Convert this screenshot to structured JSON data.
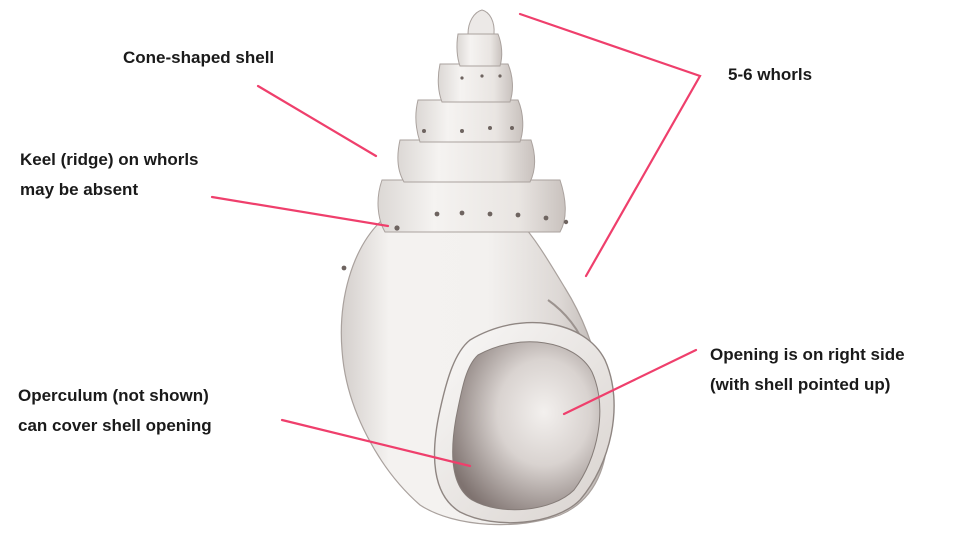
{
  "labels": {
    "cone_shaped": "Cone-shaped shell",
    "keel": [
      "Keel (ridge) on whorls",
      "may be absent"
    ],
    "whorls": "5-6 whorls",
    "opening": [
      "Opening is on right side",
      "(with shell pointed up)"
    ],
    "operculum": [
      "Operculum (not shown)",
      "can cover shell opening"
    ]
  },
  "colors": {
    "leader_line": "#ef3f6c",
    "text": "#1a1a1a",
    "shell_light": "#f1efed",
    "shell_shadow": "#bdb6b2",
    "aperture_dark": "#7f7370",
    "background": "#ffffff"
  }
}
